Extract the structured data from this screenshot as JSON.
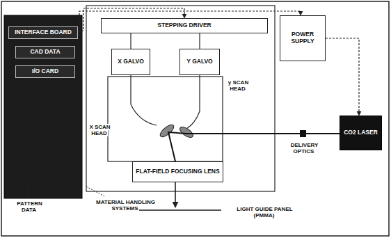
{
  "diagram": {
    "nodes": [
      {
        "text": [
          "INTERFACE BOARD"
        ]
      },
      {
        "text": [
          "CAD DATA"
        ]
      },
      {
        "text": [
          "I/O CARD"
        ]
      },
      {
        "text": [
          "STEPPING DRIVER"
        ]
      },
      {
        "text": [
          "X GALVO"
        ]
      },
      {
        "text": [
          "Y GALVO"
        ]
      },
      {
        "text": [
          "POWER SUPPLY"
        ]
      },
      {
        "text": [
          "FLAT-FIELD FOCUSING LENS"
        ]
      },
      {
        "text": [
          "CO2 LASER"
        ]
      }
    ],
    "edges": [
      {
        "from": 0,
        "to": 3,
        "arrow": "to"
      },
      {
        "from": 0,
        "to": 6,
        "arrow": "to"
      },
      {
        "from": 6,
        "to": 8,
        "arrow": "to"
      },
      {
        "from": 3,
        "to": 4,
        "arrow": "none"
      },
      {
        "from": 3,
        "to": 5,
        "arrow": "none"
      }
    ],
    "labels": [
      "X SCAN HEAD",
      "y SCAN HEAD",
      "DELIVERY OPTICS",
      "PATTERN DATA",
      "MATERIAL HANDLING SYSTEMS",
      "LIGHT GUIDE PANEL (PMMA)"
    ]
  }
}
